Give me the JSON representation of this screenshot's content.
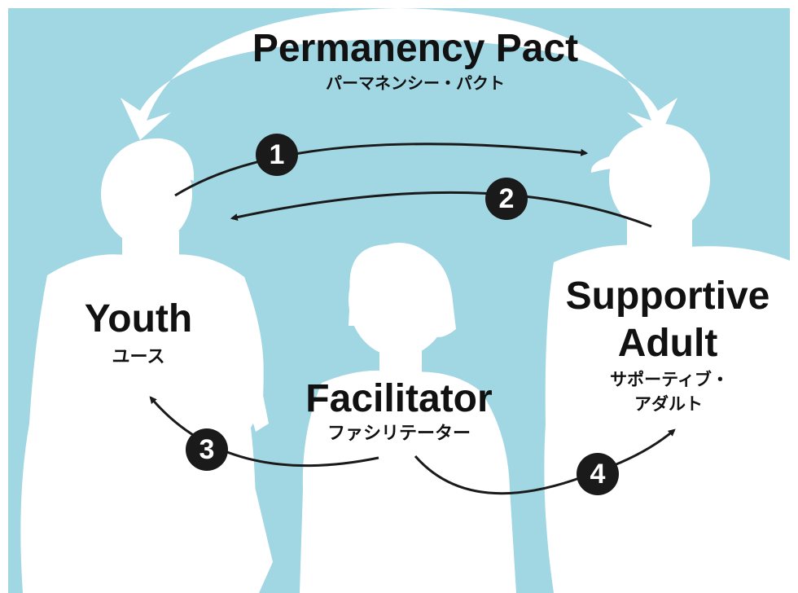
{
  "colors": {
    "background": "#a1d6e3",
    "silhouette": "#ffffff",
    "text": "#111111",
    "badge": "#1a1a1a"
  },
  "title": {
    "en": "Permanency Pact",
    "jp": "パーマネンシー・パクト"
  },
  "roles": {
    "youth": {
      "en": "Youth",
      "jp": "ユース"
    },
    "facilitator": {
      "en": "Facilitator",
      "jp": "ファシリテーター"
    },
    "adult": {
      "en_line1": "Supportive",
      "en_line2": "Adult",
      "jp_line1": "サポーティブ・",
      "jp_line2": "アダルト"
    }
  },
  "steps": [
    {
      "label": "1",
      "from": "youth",
      "to": "adult"
    },
    {
      "label": "2",
      "from": "adult",
      "to": "youth"
    },
    {
      "label": "3",
      "from": "facilitator",
      "to": "youth"
    },
    {
      "label": "4",
      "from": "facilitator",
      "to": "adult"
    }
  ]
}
